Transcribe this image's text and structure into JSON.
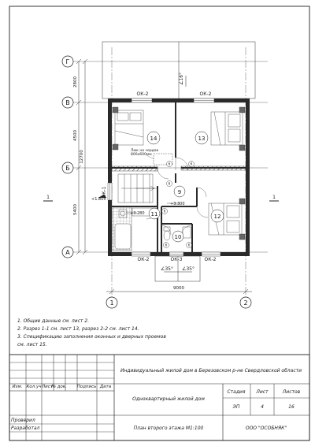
{
  "plan": {
    "axes": {
      "letters": [
        "Г",
        "В",
        "Б",
        "А"
      ],
      "numbers": [
        "1",
        "2"
      ]
    },
    "dimensions": {
      "left_vertical": [
        "2800",
        "4500",
        "12700",
        "5400"
      ],
      "bottom_horizontal": "9000"
    },
    "windows": [
      "ОК-2",
      "ОК-2",
      "ОК-1",
      "ОК-2",
      "ОК-3",
      "ОК-2"
    ],
    "rooms": [
      "14",
      "13",
      "9",
      "11",
      "12",
      "10"
    ],
    "markers": [
      "6",
      "6",
      "6",
      "6",
      "6",
      "6"
    ],
    "slope": "∠16°",
    "slopes_bottom": [
      "∠35°",
      "∠35°"
    ],
    "levels": [
      "+1.815",
      "+3.280",
      "+3.300"
    ],
    "hatch_note": [
      "Люк на чердак",
      "800x600мм"
    ],
    "section_marks": [
      "1",
      "1"
    ]
  },
  "notes": [
    "1. Общие данные см. лист 2.",
    "2. Разрез 1-1 см. лист 13, разрез 2-2 см. лист 14.",
    "3. Спецификацию заполнения оконных и дверных проемов",
    "см. лист 15."
  ],
  "title_block": {
    "headers": [
      "Изм.",
      "Кол.уч",
      "Лист",
      "№ док.",
      "Подпись",
      "Дата"
    ],
    "project": "Индивидуальный жилой дом в Березовском р-не Свердловской области",
    "building": "Одноквартирный жилой дом",
    "drawing": "План второго этажа М1:100",
    "stage_label": "Стадия",
    "sheet_label": "Лист",
    "sheets_label": "Листов",
    "stage": "ЭП",
    "sheet": "4",
    "sheets": "16",
    "roles": [
      "Проверил",
      "Разработал"
    ],
    "company": "ООО \"ОСОБНЯК\""
  }
}
